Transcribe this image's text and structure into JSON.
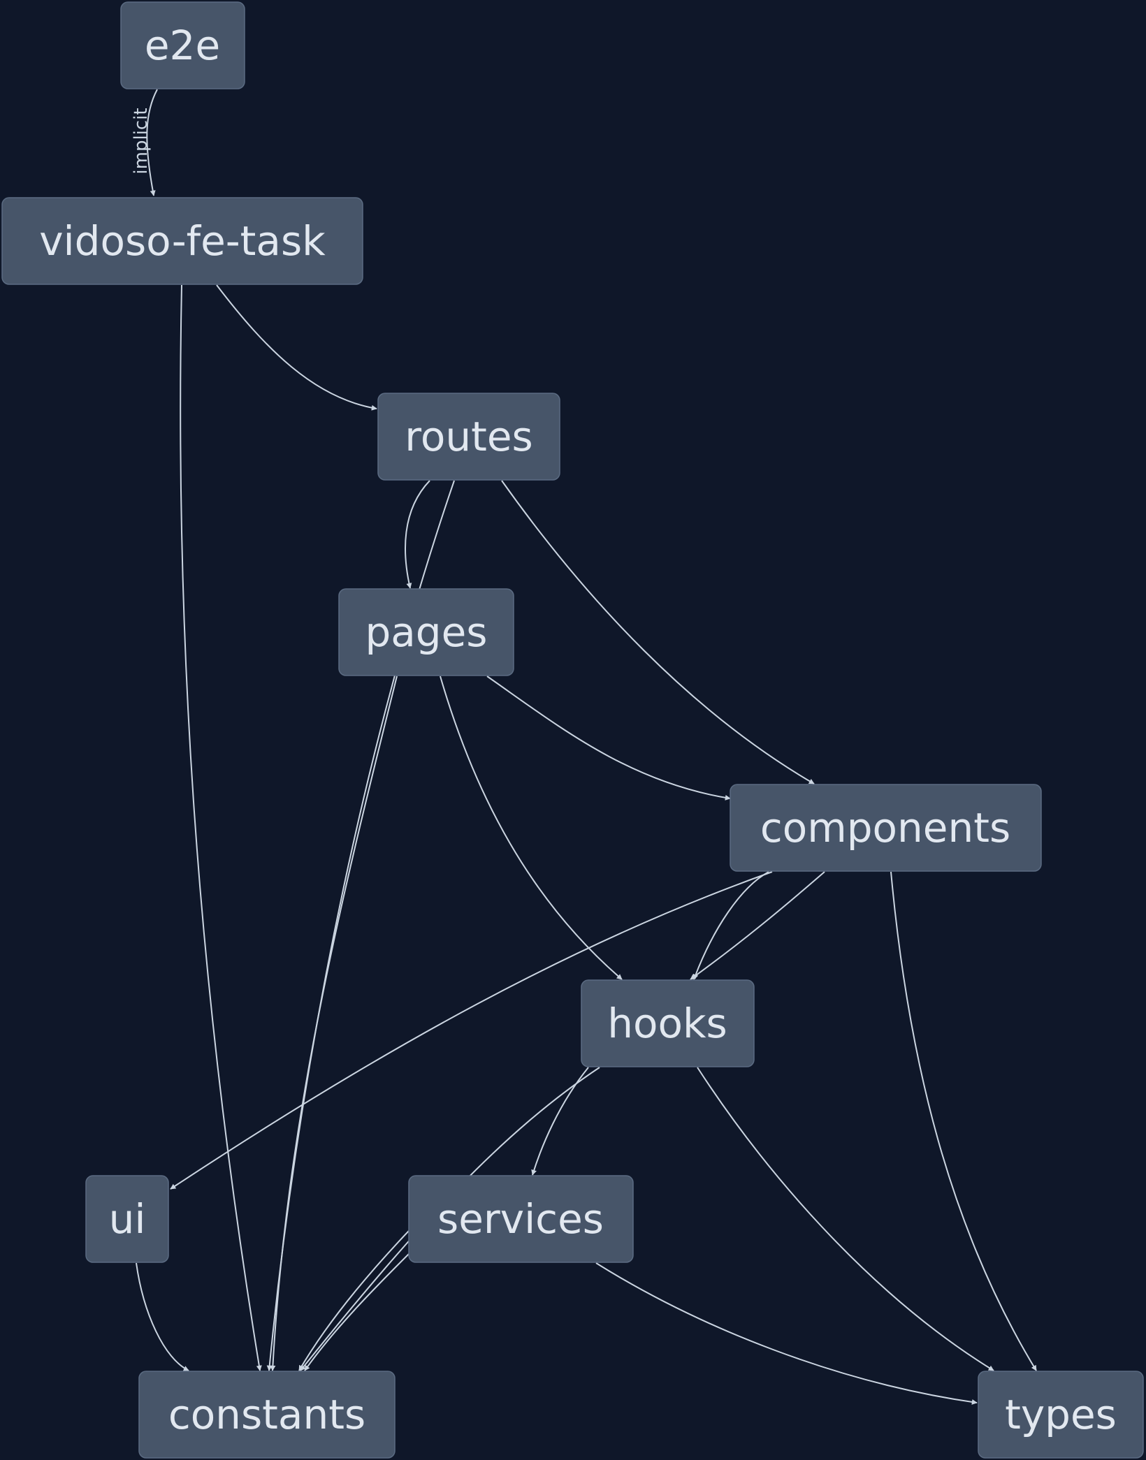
{
  "graph": {
    "nodes": [
      {
        "id": "e2e",
        "label": "e2e"
      },
      {
        "id": "vidoso",
        "label": "vidoso-fe-task"
      },
      {
        "id": "routes",
        "label": "routes"
      },
      {
        "id": "pages",
        "label": "pages"
      },
      {
        "id": "components",
        "label": "components"
      },
      {
        "id": "hooks",
        "label": "hooks"
      },
      {
        "id": "ui",
        "label": "ui"
      },
      {
        "id": "services",
        "label": "services"
      },
      {
        "id": "constants",
        "label": "constants"
      },
      {
        "id": "types",
        "label": "types"
      }
    ],
    "edges": [
      {
        "from": "e2e",
        "to": "vidoso",
        "label": "implicit"
      },
      {
        "from": "vidoso",
        "to": "routes"
      },
      {
        "from": "vidoso",
        "to": "constants"
      },
      {
        "from": "routes",
        "to": "pages"
      },
      {
        "from": "routes",
        "to": "constants"
      },
      {
        "from": "routes",
        "to": "components"
      },
      {
        "from": "pages",
        "to": "components"
      },
      {
        "from": "pages",
        "to": "hooks"
      },
      {
        "from": "pages",
        "to": "constants"
      },
      {
        "from": "components",
        "to": "hooks"
      },
      {
        "from": "components",
        "to": "hooks"
      },
      {
        "from": "components",
        "to": "ui"
      },
      {
        "from": "components",
        "to": "types"
      },
      {
        "from": "hooks",
        "to": "services"
      },
      {
        "from": "hooks",
        "to": "constants"
      },
      {
        "from": "hooks",
        "to": "types"
      },
      {
        "from": "services",
        "to": "constants"
      },
      {
        "from": "services",
        "to": "types"
      },
      {
        "from": "ui",
        "to": "constants"
      }
    ]
  },
  "colors": {
    "background": "#0f1729",
    "node_fill": "#475569",
    "node_text": "#e2e8f0",
    "edge": "#cbd5e1"
  }
}
